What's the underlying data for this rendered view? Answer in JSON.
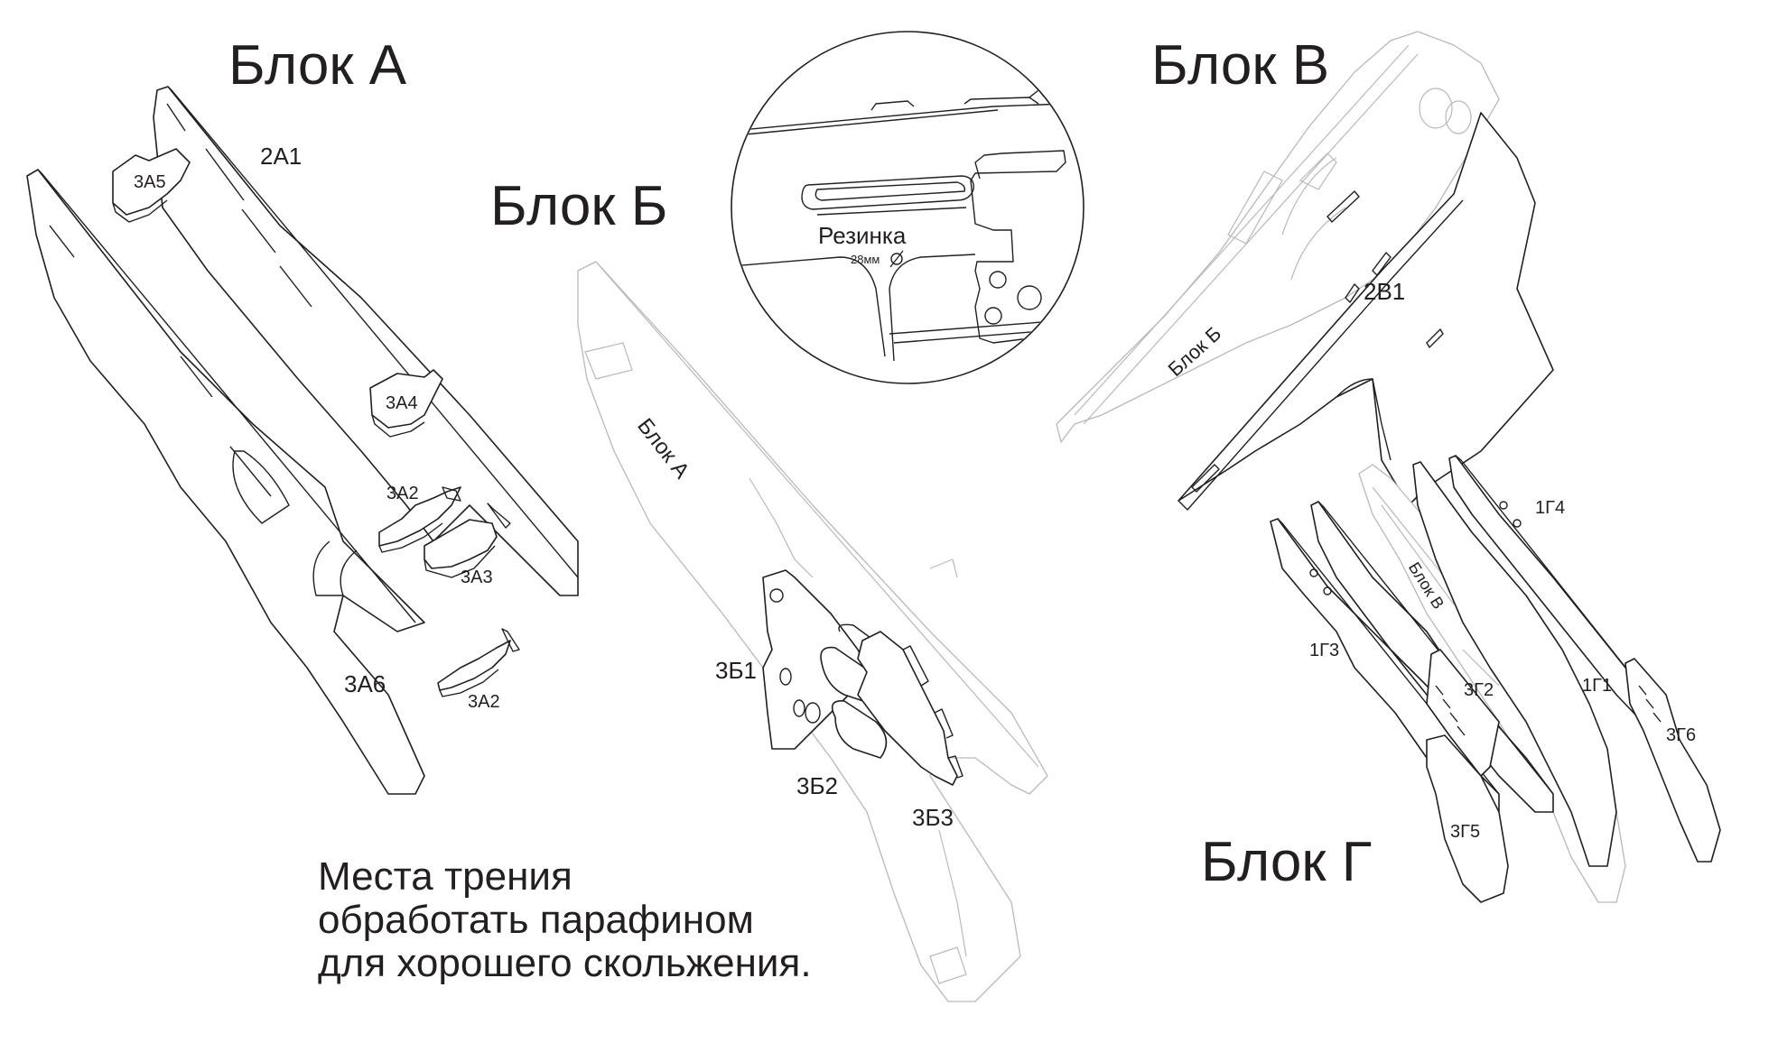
{
  "blocks": {
    "a": {
      "title": "Блок А"
    },
    "b": {
      "title": "Блок Б"
    },
    "v": {
      "title": "Блок В"
    },
    "g": {
      "title": "Блок Г"
    }
  },
  "parts": {
    "p2A1": "2А1",
    "p3A5": "3А5",
    "p3A4": "3А4",
    "p3A2_top": "3А2",
    "p3A3": "3А3",
    "p3A6": "3А6",
    "p3A2_bottom": "3А2",
    "p3B1": "3Б1",
    "p3B2": "3Б2",
    "p3B3": "3Б3",
    "p2V1": "2В1",
    "p1G4": "1Г4",
    "p1G3": "1Г3",
    "p3G2": "3Г2",
    "p1G1": "1Г1",
    "p3G6": "3Г6",
    "p3G5": "3Г5"
  },
  "ghost_labels": {
    "in_b": "Блок А",
    "in_v": "Блок Б",
    "in_g": "Блок В"
  },
  "detail": {
    "label": "Резинка",
    "size": "28мм",
    "diameter_icon": "diameter-icon"
  },
  "note": {
    "lines": [
      "Места трения",
      "обработать парафином",
      "для хорошего скольжения."
    ]
  }
}
